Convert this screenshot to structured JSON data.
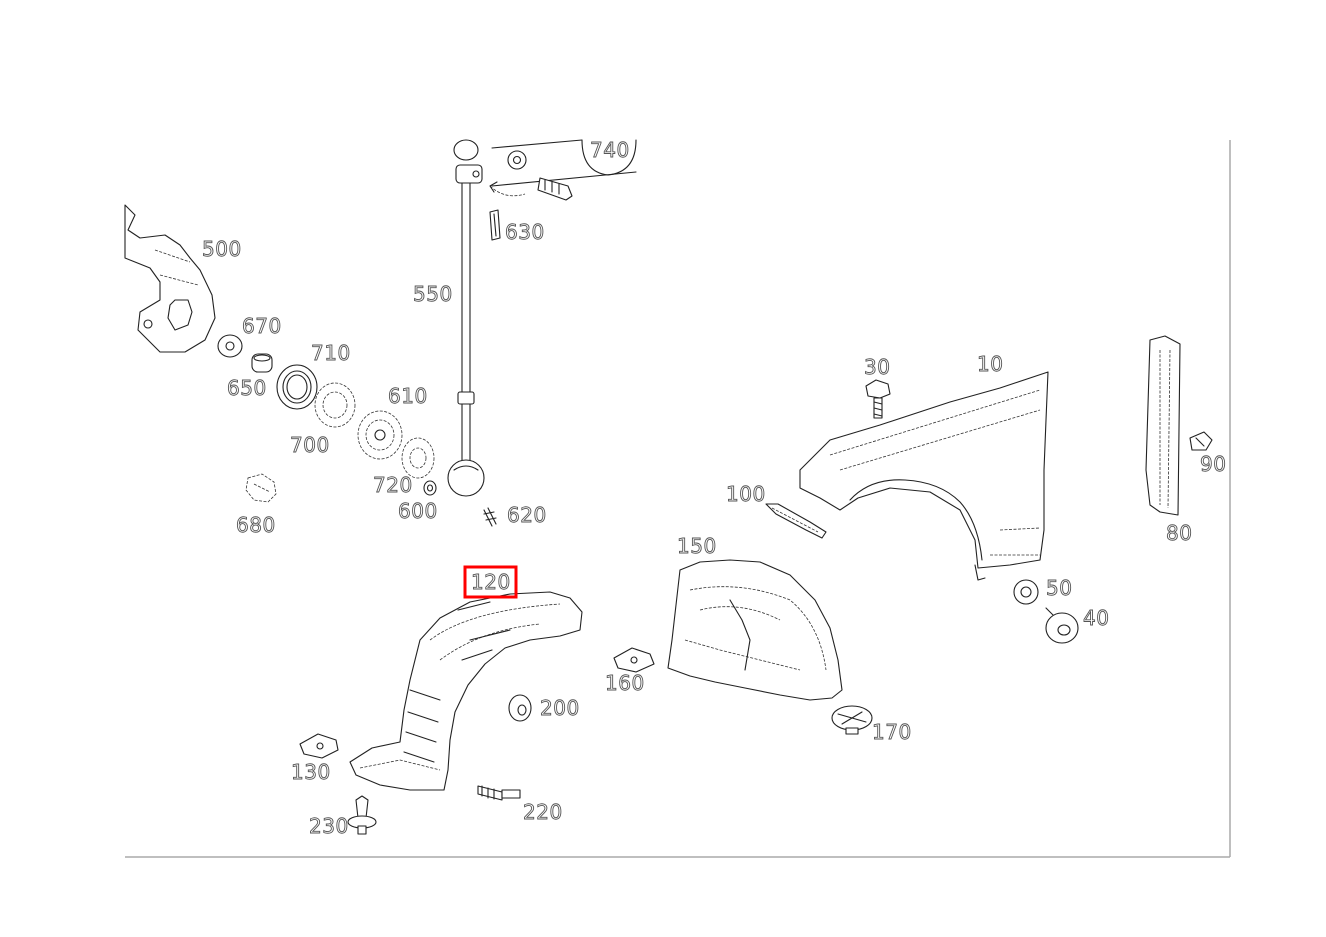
{
  "parts": [
    {
      "id": "p10",
      "label": "10"
    },
    {
      "id": "p30",
      "label": "30"
    },
    {
      "id": "p40",
      "label": "40"
    },
    {
      "id": "p50",
      "label": "50"
    },
    {
      "id": "p80",
      "label": "80"
    },
    {
      "id": "p90",
      "label": "90"
    },
    {
      "id": "p100",
      "label": "100"
    },
    {
      "id": "p120",
      "label": "120",
      "highlighted": true
    },
    {
      "id": "p130",
      "label": "130"
    },
    {
      "id": "p150",
      "label": "150"
    },
    {
      "id": "p160",
      "label": "160"
    },
    {
      "id": "p170",
      "label": "170"
    },
    {
      "id": "p200",
      "label": "200"
    },
    {
      "id": "p220",
      "label": "220"
    },
    {
      "id": "p230",
      "label": "230"
    },
    {
      "id": "p500",
      "label": "500"
    },
    {
      "id": "p550",
      "label": "550"
    },
    {
      "id": "p600",
      "label": "600"
    },
    {
      "id": "p610",
      "label": "610"
    },
    {
      "id": "p620",
      "label": "620"
    },
    {
      "id": "p630",
      "label": "630"
    },
    {
      "id": "p650",
      "label": "650"
    },
    {
      "id": "p670",
      "label": "670"
    },
    {
      "id": "p680",
      "label": "680"
    },
    {
      "id": "p700",
      "label": "700"
    },
    {
      "id": "p710",
      "label": "710"
    },
    {
      "id": "p720",
      "label": "720"
    },
    {
      "id": "p740",
      "label": "740"
    }
  ],
  "highlight_color": "#ff0000"
}
